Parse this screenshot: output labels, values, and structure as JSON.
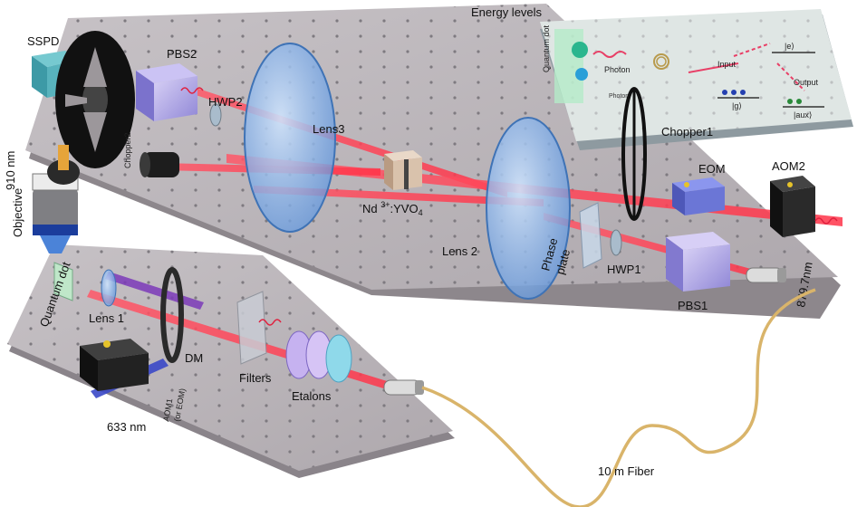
{
  "labels": {
    "sspd": "SSPD",
    "pbs2": "PBS2",
    "hwp2": "HWP2",
    "lens3": "Lens3",
    "chopper2": "Chopper2",
    "wavelength_910": "910 nm",
    "objective": "Objective",
    "nd_prefix": "Nd ",
    "nd_sup": "3+",
    "nd_mid": ":YVO",
    "nd_sub": "4",
    "chopper1": "Chopper1",
    "eom": "EOM",
    "aom2": "AOM2",
    "wavelength_879": "879.7nm",
    "quantum_dot": "Quantum dot",
    "lens1": "Lens 1",
    "lens2": "Lens 2",
    "phase_plate_line1": "Phase",
    "phase_plate_line2": "plate",
    "hwp1": "HWP1",
    "pbs1": "PBS1",
    "dm": "DM",
    "filters": "Filters",
    "etalons": "Etalons",
    "aom1_line1": "AOM1",
    "aom1_line2": "(or EOM)",
    "wavelength_633": "633 nm",
    "fiber": "10 m Fiber",
    "energy_levels": "Energy levels"
  },
  "inset": {
    "quantum_dot": "Quantum dot",
    "photon": "Photon",
    "input": "Input",
    "output": "Output",
    "state_e": "|e⟩",
    "state_g": "|g⟩",
    "state_aux": "|aux⟩",
    "photon_small": "Photon"
  },
  "colors": {
    "table_top": "#b9b3b8",
    "beam": "#ff4b5c",
    "fiber": "#d9b46a",
    "lens": "#7fb5ee",
    "accent_blue": "#2540b0"
  }
}
